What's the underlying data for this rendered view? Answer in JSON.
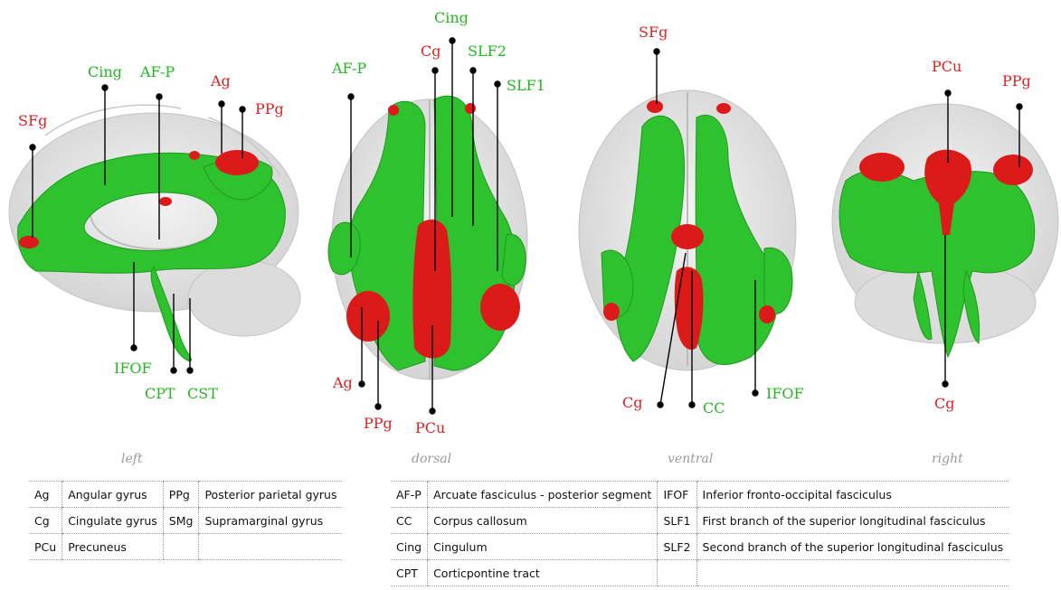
{
  "colors": {
    "region": "#e02020",
    "tract": "#22b822",
    "brain": "#e6e6e6"
  },
  "views": {
    "left": "left",
    "dorsal": "dorsal",
    "ventral": "ventral",
    "right": "right"
  },
  "labels": {
    "left_sfg": "SFg",
    "left_cing": "Cing",
    "left_afp": "AF-P",
    "left_ag": "Ag",
    "left_ppg": "PPg",
    "left_ifof": "IFOF",
    "left_cpt": "CPT",
    "left_cst": "CST",
    "dorsal_afp": "AF-P",
    "dorsal_cg": "Cg",
    "dorsal_cing": "Cing",
    "dorsal_slf2": "SLF2",
    "dorsal_slf1": "SLF1",
    "dorsal_ag": "Ag",
    "dorsal_ppg": "PPg",
    "dorsal_pcu": "PCu",
    "ventral_sfg": "SFg",
    "ventral_cg": "Cg",
    "ventral_cc": "CC",
    "ventral_ifof": "IFOF",
    "right_pcu": "PCu",
    "right_ppg": "PPg",
    "right_cg": "Cg"
  },
  "legend_regions": [
    {
      "abbr": "Ag",
      "name": "Angular gyrus",
      "abbr2": "PPg",
      "name2": "Posterior parietal gyrus"
    },
    {
      "abbr": "Cg",
      "name": "Cingulate gyrus",
      "abbr2": "SMg",
      "name2": "Supramarginal gyrus"
    },
    {
      "abbr": "PCu",
      "name": "Precuneus",
      "abbr2": "",
      "name2": ""
    }
  ],
  "legend_tracts": [
    {
      "abbr": "AF-P",
      "name": "Arcuate fasciculus - posterior segment",
      "abbr2": "IFOF",
      "name2": "Inferior fronto-occipital fasciculus"
    },
    {
      "abbr": "CC",
      "name": "Corpus callosum",
      "abbr2": "SLF1",
      "name2": "First branch of the superior longitudinal fasciculus"
    },
    {
      "abbr": "Cing",
      "name": "Cingulum",
      "abbr2": "SLF2",
      "name2": "Second branch of the superior longitudinal fasciculus"
    },
    {
      "abbr": "CPT",
      "name": "Corticpontine tract",
      "abbr2": "",
      "name2": ""
    }
  ]
}
